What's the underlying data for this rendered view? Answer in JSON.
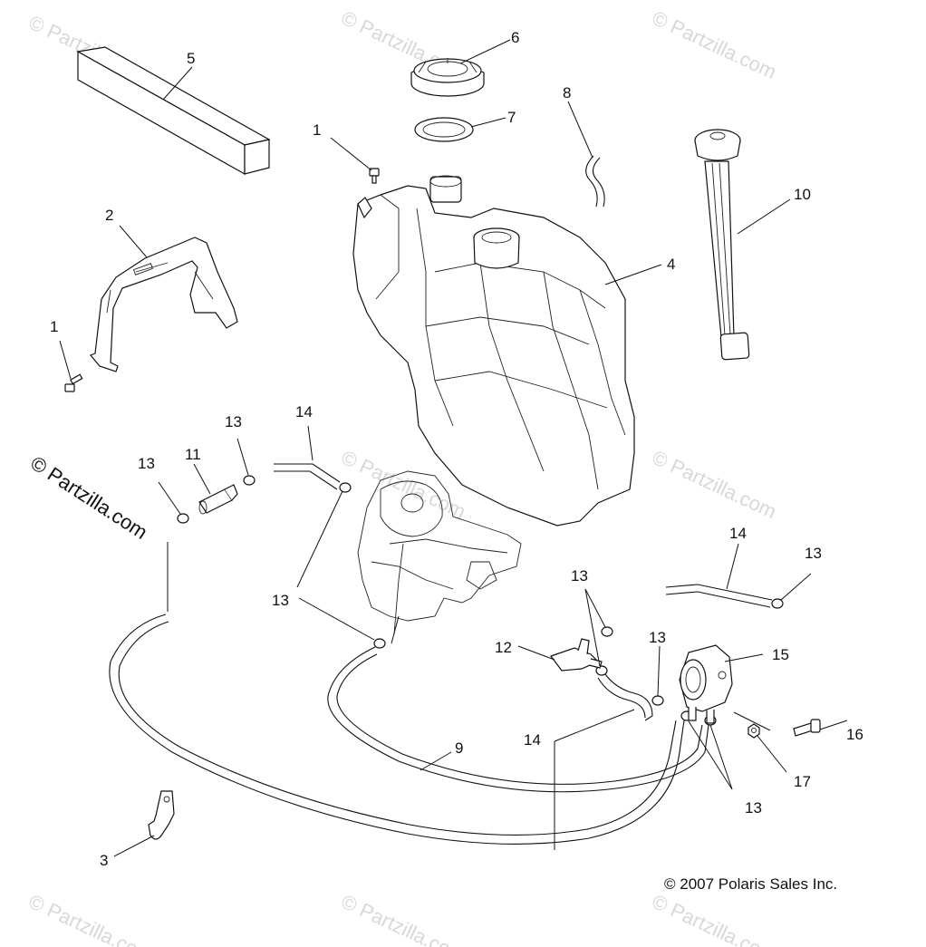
{
  "callouts": {
    "c1a": "1",
    "c1b": "1",
    "c2": "2",
    "c3": "3",
    "c4": "4",
    "c5": "5",
    "c6": "6",
    "c7": "7",
    "c8": "8",
    "c9": "9",
    "c10": "10",
    "c11": "11",
    "c12": "12",
    "c13a": "13",
    "c13b": "13",
    "c13c": "13",
    "c13d": "13",
    "c13e": "13",
    "c13f": "13",
    "c13g": "13",
    "c14a": "14",
    "c14b": "14",
    "c14c": "14",
    "c15": "15",
    "c16": "16",
    "c17": "17"
  },
  "watermarks": {
    "brand": "© Partzilla.com",
    "side": "© Partzilla.com"
  },
  "copyright": "© 2007  Polaris Sales Inc."
}
